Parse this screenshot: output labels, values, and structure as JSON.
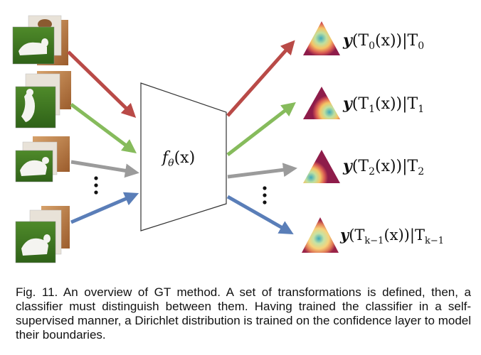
{
  "classifier": {
    "func": "f",
    "sub": "θ",
    "arg": "(x)"
  },
  "outputs": [
    {
      "bold": "y",
      "pre": "(T",
      "sub": "0",
      "mid": "(x))|T",
      "sub2": "0"
    },
    {
      "bold": "y",
      "pre": "(T",
      "sub": "1",
      "mid": "(x))|T",
      "sub2": "1"
    },
    {
      "bold": "y",
      "pre": "(T",
      "sub": "2",
      "mid": "(x))|T",
      "sub2": "2"
    },
    {
      "bold": "y",
      "pre": "(T",
      "sub": "k−1",
      "mid": "(x))|T",
      "sub2": "k−1"
    }
  ],
  "caption": "Fig. 11. An overview of GT method. A set of transformations is defined, then, a classifier must distinguish between them. Having trained the classifier in a self-supervised manner, a Dirichlet distribution is trained on the confidence layer to model their boundaries.",
  "colors": {
    "arrow_0": "#b94a47",
    "arrow_1": "#86bb5c",
    "arrow_2": "#9b9b9b",
    "arrow_3": "#5a7eb8",
    "dirichlet_edge": "#8e1c4a",
    "dirichlet_mid": "#f0c060",
    "dirichlet_peak": "#3fa9b9"
  }
}
